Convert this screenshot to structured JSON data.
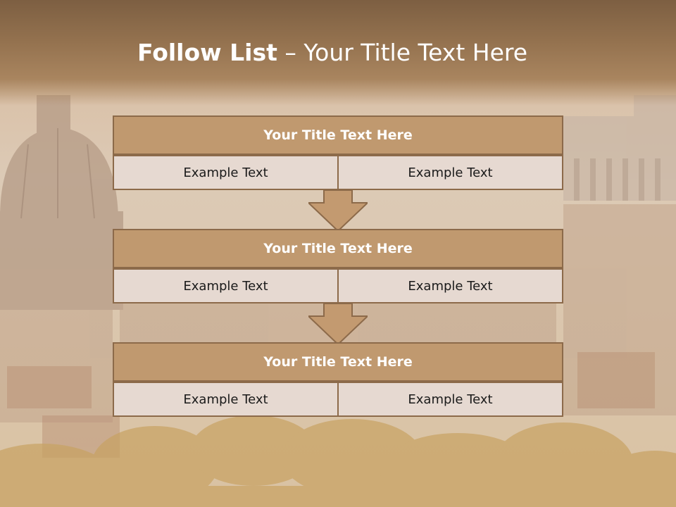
{
  "slide": {
    "title_bold": "Follow List",
    "title_rest": " – Your Title Text Here"
  },
  "steps": [
    {
      "title": "Your Title Text Here",
      "left": "Example Text",
      "right": "Example Text"
    },
    {
      "title": "Your Title Text Here",
      "left": "Example Text",
      "right": "Example Text"
    },
    {
      "title": "Your Title Text Here",
      "left": "Example Text",
      "right": "Example Text"
    }
  ],
  "colors": {
    "header_fill": "#c0996f",
    "cell_fill": "#e6d9d1",
    "border": "#8c6a4a",
    "arrow_fill": "#c39a70"
  }
}
